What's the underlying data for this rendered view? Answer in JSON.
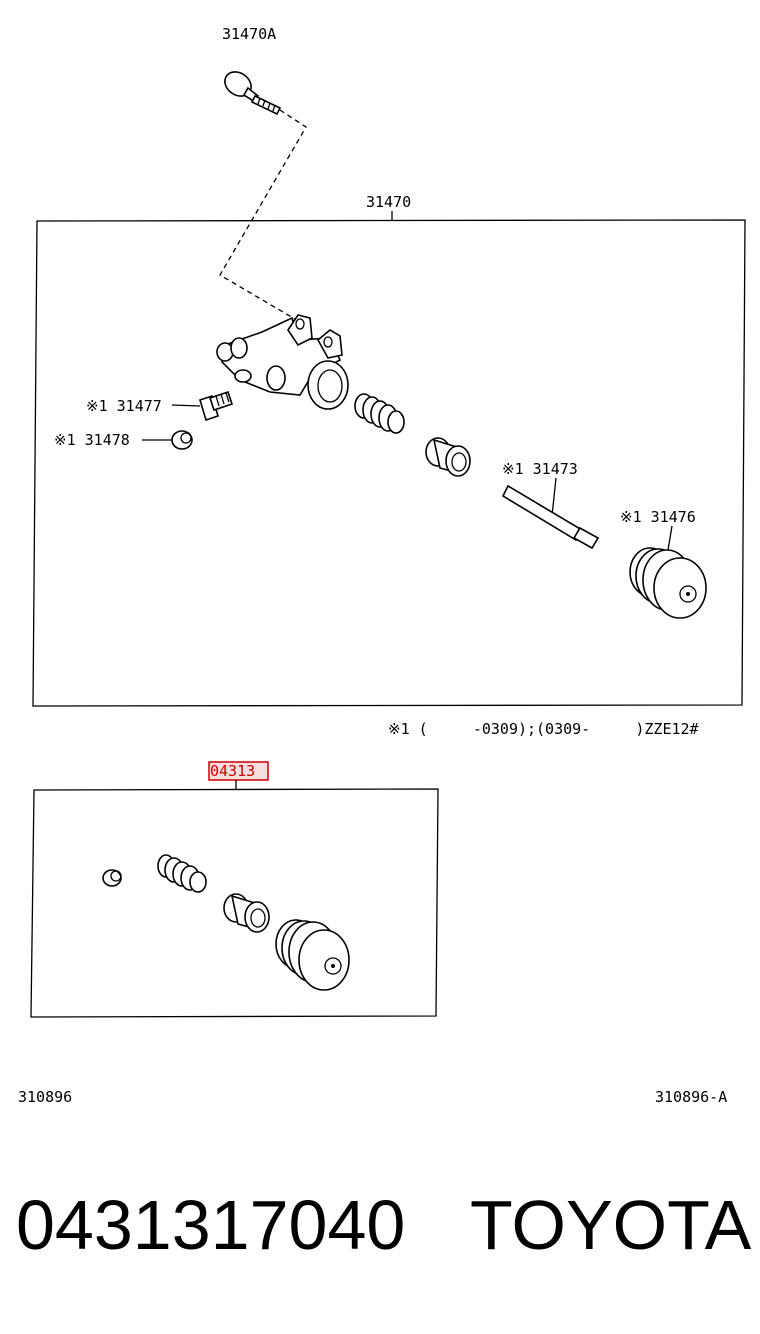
{
  "labels": {
    "bolt": "31470A",
    "assembly": "31470",
    "bleeder_plug": "※1 31477",
    "bleeder_cap": "※1 31478",
    "push_rod": "※1 31473",
    "boot": "※1 31476",
    "note": "※1 (     -0309);(0309-     )ZZE12#",
    "kit": "04313",
    "fig_left": "310896",
    "fig_right": "310896-A"
  },
  "footer": {
    "part_number": "0431317040",
    "brand": "TOYOTA"
  },
  "colors": {
    "highlight": "#cc0000",
    "line": "#000000"
  }
}
